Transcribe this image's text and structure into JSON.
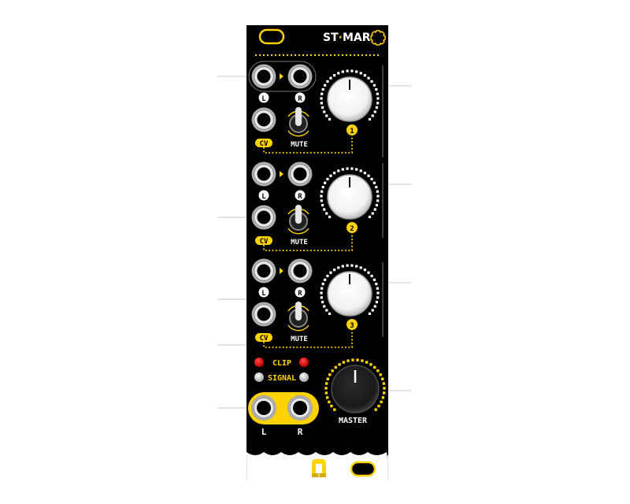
{
  "module": {
    "title_left": "ST",
    "title_sep": "·",
    "title_right": "MAR",
    "accent": "#FFD200",
    "panel_color": "#000000",
    "logo_icon": "gear-outline-icon",
    "brand_icon": "brand-logo-icon"
  },
  "channels": [
    {
      "number": "1",
      "input_left_label": "L",
      "input_right_label": "R",
      "cv_label": "CV",
      "mute_label": "MUTE"
    },
    {
      "number": "2",
      "input_left_label": "L",
      "input_right_label": "R",
      "cv_label": "CV",
      "mute_label": "MUTE"
    },
    {
      "number": "3",
      "input_left_label": "L",
      "input_right_label": "R",
      "cv_label": "CV",
      "mute_label": "MUTE"
    }
  ],
  "indicators": {
    "clip_label": "CLIP",
    "signal_label": "SIGNAL",
    "clip_color": "#E00000",
    "signal_color": "#D8D8D8"
  },
  "output": {
    "left_label": "L",
    "right_label": "R",
    "master_label": "MASTER"
  }
}
